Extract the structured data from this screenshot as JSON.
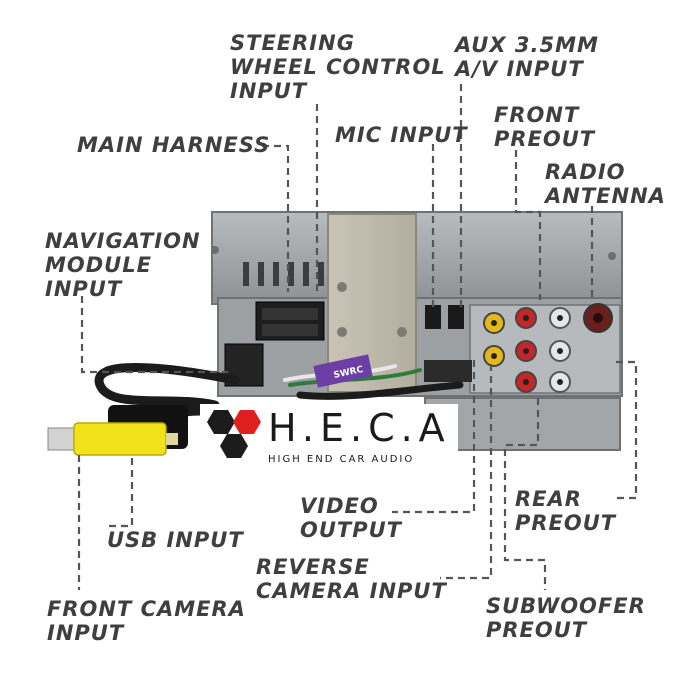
{
  "brand": {
    "name": "H.E.C.A",
    "tagline": "HIGH END CAR AUDIO",
    "colors": {
      "hex_red": "#e0201d",
      "hex_dark": "#1c1c1c",
      "text": "#1a1a1a"
    }
  },
  "labels": {
    "steering": [
      "STEERING",
      "WHEEL CONTROL",
      "INPUT"
    ],
    "aux": [
      "AUX 3.5MM",
      "A/V INPUT"
    ],
    "main_harness": [
      "MAIN HARNESS"
    ],
    "mic": [
      "MIC INPUT"
    ],
    "front_preout": [
      "FRONT",
      "PREOUT"
    ],
    "radio_antenna": [
      "RADIO",
      "ANTENNA"
    ],
    "navigation": [
      "NAVIGATION",
      "MODULE",
      "INPUT"
    ],
    "video_output": [
      "VIDEO",
      "OUTPUT"
    ],
    "rear_preout": [
      "REAR",
      "PREOUT"
    ],
    "usb": [
      "USB INPUT"
    ],
    "reverse_camera": [
      "REVERSE",
      "CAMERA INPUT"
    ],
    "front_camera": [
      "FRONT CAMERA",
      "INPUT"
    ],
    "subwoofer_preout": [
      "SUBWOOFER",
      "PREOUT"
    ]
  },
  "device": {
    "plug_label": "SWRC"
  },
  "colors": {
    "chassis": "#a9acaf",
    "chassis_dark": "#6f7275",
    "rca_red": "#c8252b",
    "rca_yellow": "#e5b81a",
    "rca_white": "#e6e6e6",
    "cable": "#1b1b1b",
    "camera_connector": "#f2e21a",
    "label_text": "#3f3f3f",
    "leader_line": "#555555"
  }
}
